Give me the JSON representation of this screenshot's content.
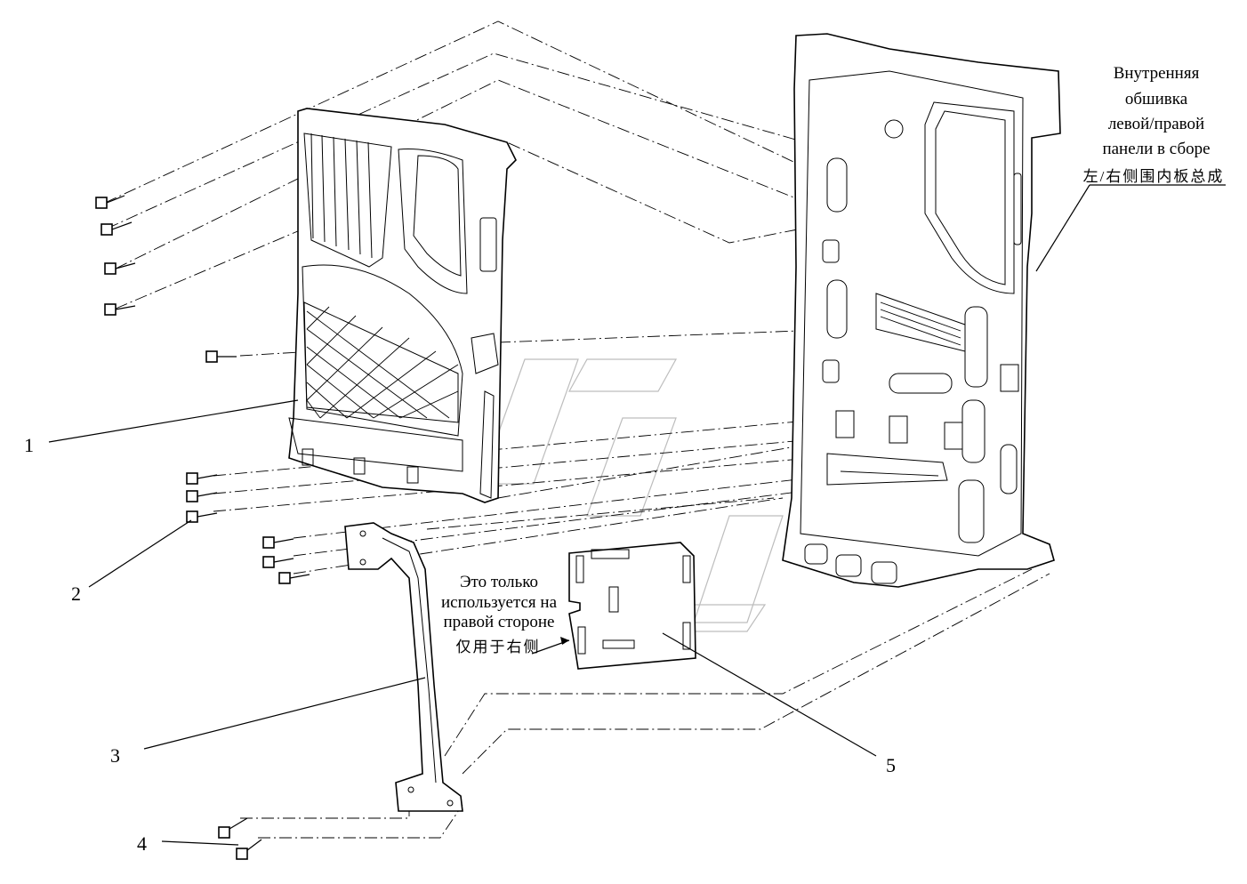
{
  "callouts": {
    "c1": "1",
    "c2": "2",
    "c3": "3",
    "c4": "4",
    "c5": "5"
  },
  "labels": {
    "assembly_ru_1": "Внутренняя",
    "assembly_ru_2": "обшивка",
    "assembly_ru_3": "левой/правой",
    "assembly_ru_4": "панели в сборе",
    "assembly_cn": "左/右侧围内板总成",
    "note_ru_1": "Это только",
    "note_ru_2": "используется на",
    "note_ru_3": "правой стороне",
    "note_cn": "仅用于右侧"
  }
}
